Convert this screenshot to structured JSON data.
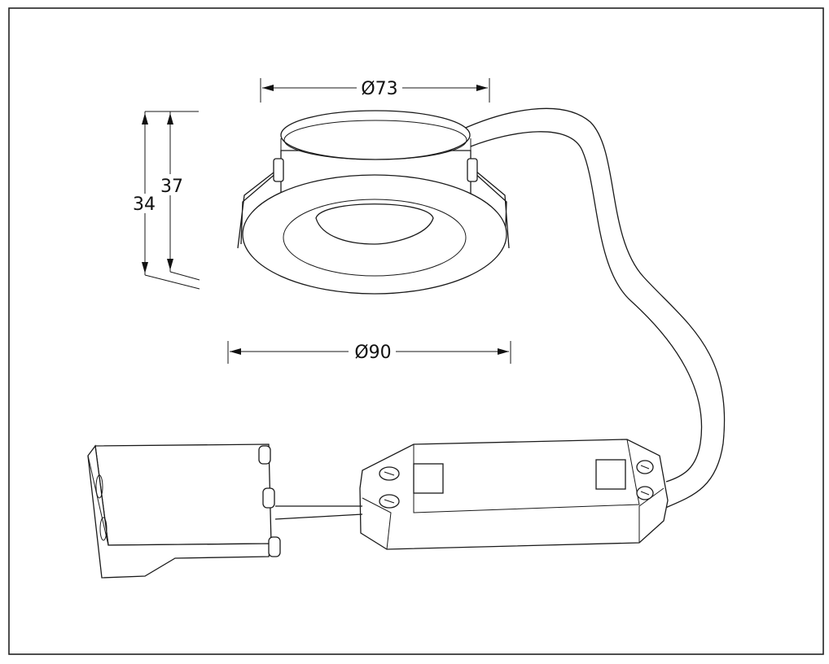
{
  "drawing": {
    "dimensions": {
      "top_diameter": "Ø73",
      "trim_diameter": "Ø90",
      "height_inner": "34",
      "height_outer": "37"
    }
  }
}
